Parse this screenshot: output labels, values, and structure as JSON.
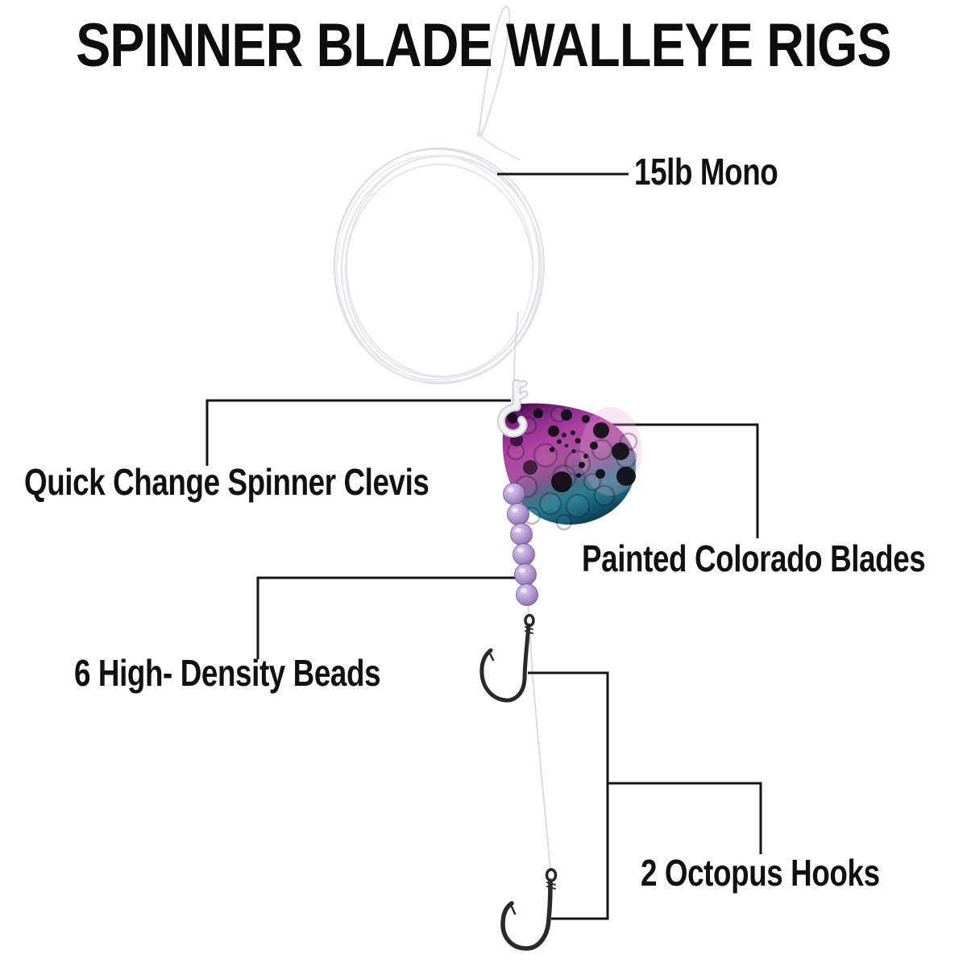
{
  "title": "SPINNER BLADE WALLEYE RIGS",
  "labels": {
    "mono": "15lb Mono",
    "clevis": "Quick Change Spinner Clevis",
    "blades": "Painted Colorado Blades",
    "beads": "6 High- Density Beads",
    "hooks": "2 Octopus Hooks"
  },
  "components": {
    "coil": "coiled-15lb-mono-line",
    "loop": "line-end-loop",
    "clevis": "quick-change-spinner-clevis",
    "blade": "painted-colorado-blade",
    "beads": "six-high-density-beads",
    "hook_upper": "octopus-hook-upper",
    "hook_lower": "octopus-hook-lower"
  },
  "colors": {
    "text": "#111111",
    "callout_line": "#151515",
    "mono_line": "#dcdce2",
    "blade_magenta": "#ad43a2",
    "blade_dark_purple": "#4d1150",
    "blade_teal": "#15607a",
    "blade_deep_blue": "#0d3c52",
    "bead_purple": "#b391cf",
    "hook_metal": "#28282d",
    "clevis_white": "#f3f3f5"
  }
}
